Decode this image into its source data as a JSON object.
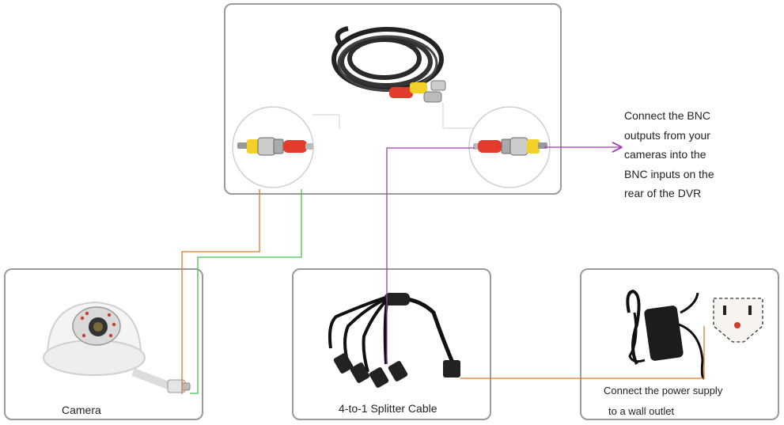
{
  "labels": {
    "camera": "Camera",
    "splitter": "4-to-1 Splitter Cable",
    "power_line_1": "Connect the power supply",
    "power_line_2": "to a wall outlet",
    "note_lines": [
      "Connect the BNC",
      "outputs from your",
      "cameras into the",
      "BNC inputs on the",
      "rear of the DVR"
    ]
  },
  "colors": {
    "orange_wire": "#e07a2a",
    "green_wire": "#46c24a",
    "purple_wire": "#9b3fb0",
    "panel_border": "#9a9a9a",
    "connector_red": "#e23c2c",
    "connector_yellow": "#f2d22a"
  }
}
